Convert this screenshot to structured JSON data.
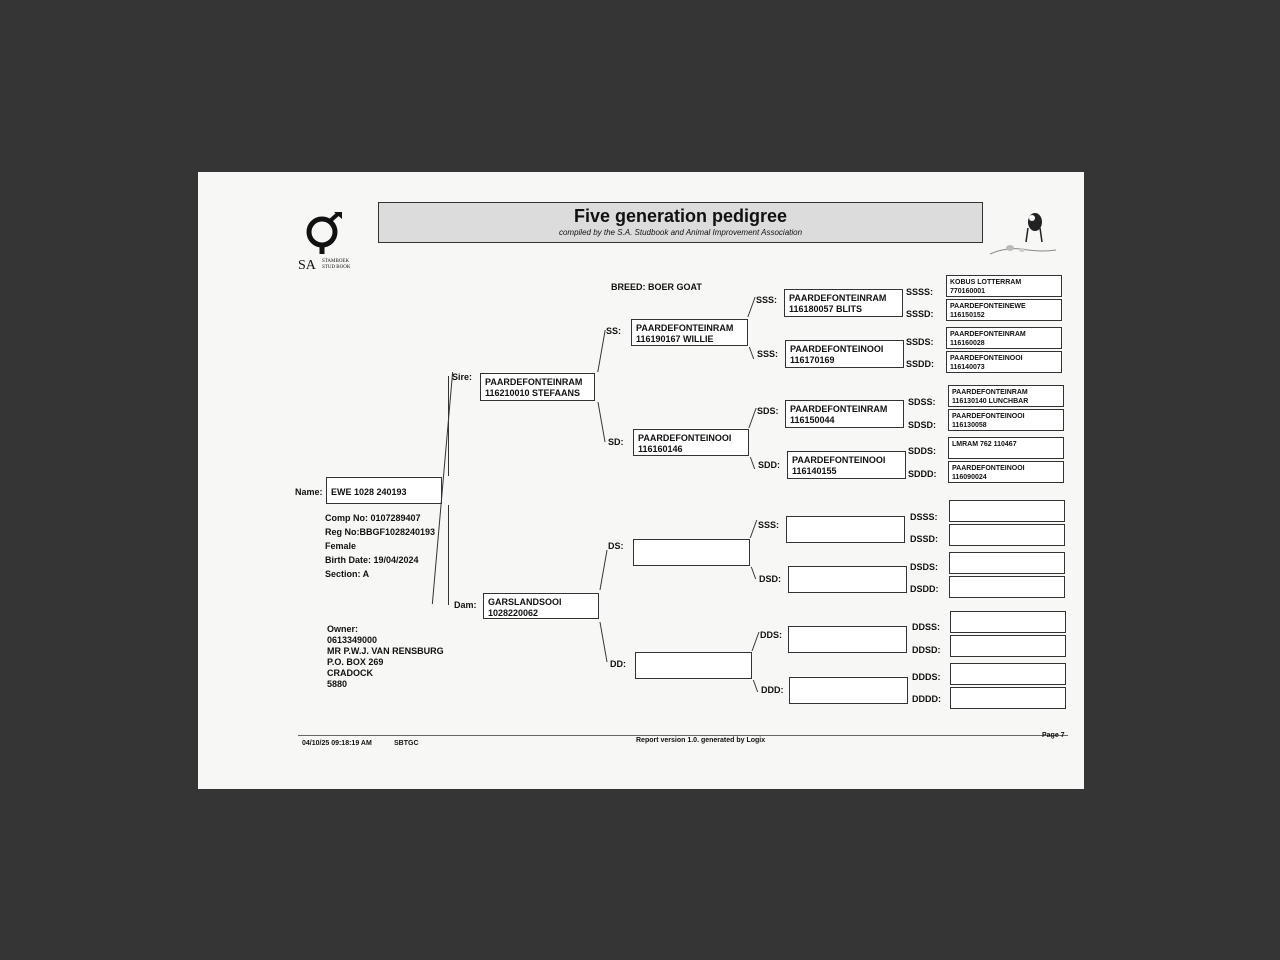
{
  "header": {
    "title": "Five generation pedigree",
    "subtitle": "compiled by the S.A. Studbook and Animal Improvement Association",
    "logo_text": "SA",
    "logo_small_1": "STAMBOEK",
    "logo_small_2": "STUD BOOK"
  },
  "breed": "BREED: BOER GOAT",
  "animal": {
    "name_label": "Name:",
    "name": "EWE 1028 240193",
    "comp_no": "Comp No: 0107289407",
    "reg_no": "Reg No:BBGF1028240193",
    "sex": "Female",
    "birth_date": "Birth Date: 19/04/2024",
    "section": "Section: A"
  },
  "owner": {
    "label": "Owner:",
    "phone": "0613349000",
    "name": "MR P.W.J. VAN RENSBURG",
    "address1": "P.O. BOX 269",
    "address2": "CRADOCK",
    "postcode": "5880"
  },
  "labels": {
    "sire": "Sire:",
    "dam": "Dam:",
    "ss": "SS:",
    "sd": "SD:",
    "ds": "DS:",
    "dd": "DD:",
    "sss": "SSS:",
    "ssd": "SSS:",
    "sds": "SDS:",
    "sdd": "SDD:",
    "dss": "SSS:",
    "dsd": "DSD:",
    "dds": "DDS:",
    "ddd": "DDD:",
    "ssss": "SSSS:",
    "sssd": "SSSD:",
    "ssds": "SSDS:",
    "ssdd": "SSDD:",
    "sdss": "SDSS:",
    "sdsd": "SDSD:",
    "sdds": "SDDS:",
    "sddd": "SDDD:",
    "dsss": "DSSS:",
    "dssd": "DSSD:",
    "dsds": "DSDS:",
    "dsdd": "DSDD:",
    "ddss": "DDSS:",
    "ddsd": "DDSD:",
    "ddds": "DDDS:",
    "dddd": "DDDD:"
  },
  "gen2": {
    "sire": [
      "PAARDEFONTEINRAM",
      "116210010 STEFAANS"
    ],
    "dam": [
      "GARSLANDSOOI",
      "1028220062"
    ]
  },
  "gen3": {
    "ss": [
      "PAARDEFONTEINRAM",
      "116190167 WILLIE"
    ],
    "sd": [
      "PAARDEFONTEINOOI",
      "116160146"
    ],
    "ds": [
      "",
      ""
    ],
    "dd": [
      "",
      ""
    ]
  },
  "gen4": {
    "sss": [
      "PAARDEFONTEINRAM",
      "116180057 BLITS"
    ],
    "ssd": [
      "PAARDEFONTEINOOI",
      "116170169"
    ],
    "sds": [
      "PAARDEFONTEINRAM",
      "116150044"
    ],
    "sdd": [
      "PAARDEFONTEINOOI",
      "116140155"
    ]
  },
  "gen5": {
    "ssss": [
      "KOBUS LOTTERRAM",
      "770160001"
    ],
    "sssd": [
      "PAARDEFONTEINEWE",
      "116150152"
    ],
    "ssds": [
      "PAARDEFONTEINRAM",
      "116160028"
    ],
    "ssdd": [
      "PAARDEFONTEINOOI",
      "116140073"
    ],
    "sdss": [
      "PAARDEFONTEINRAM",
      "116130140 LUNCHBAR"
    ],
    "sdsd": [
      "PAARDEFONTEINOOI",
      "116130058"
    ],
    "sdds": [
      "LMRAM 762 110467",
      ""
    ],
    "sddd": [
      "PAARDEFONTEINOOI",
      "116090024"
    ]
  },
  "footer": {
    "timestamp": "04/10/25 09:18:19 AM",
    "code": "SBTGC",
    "report": "Report version 1.0. generated by Logix",
    "page": "Page 7"
  }
}
